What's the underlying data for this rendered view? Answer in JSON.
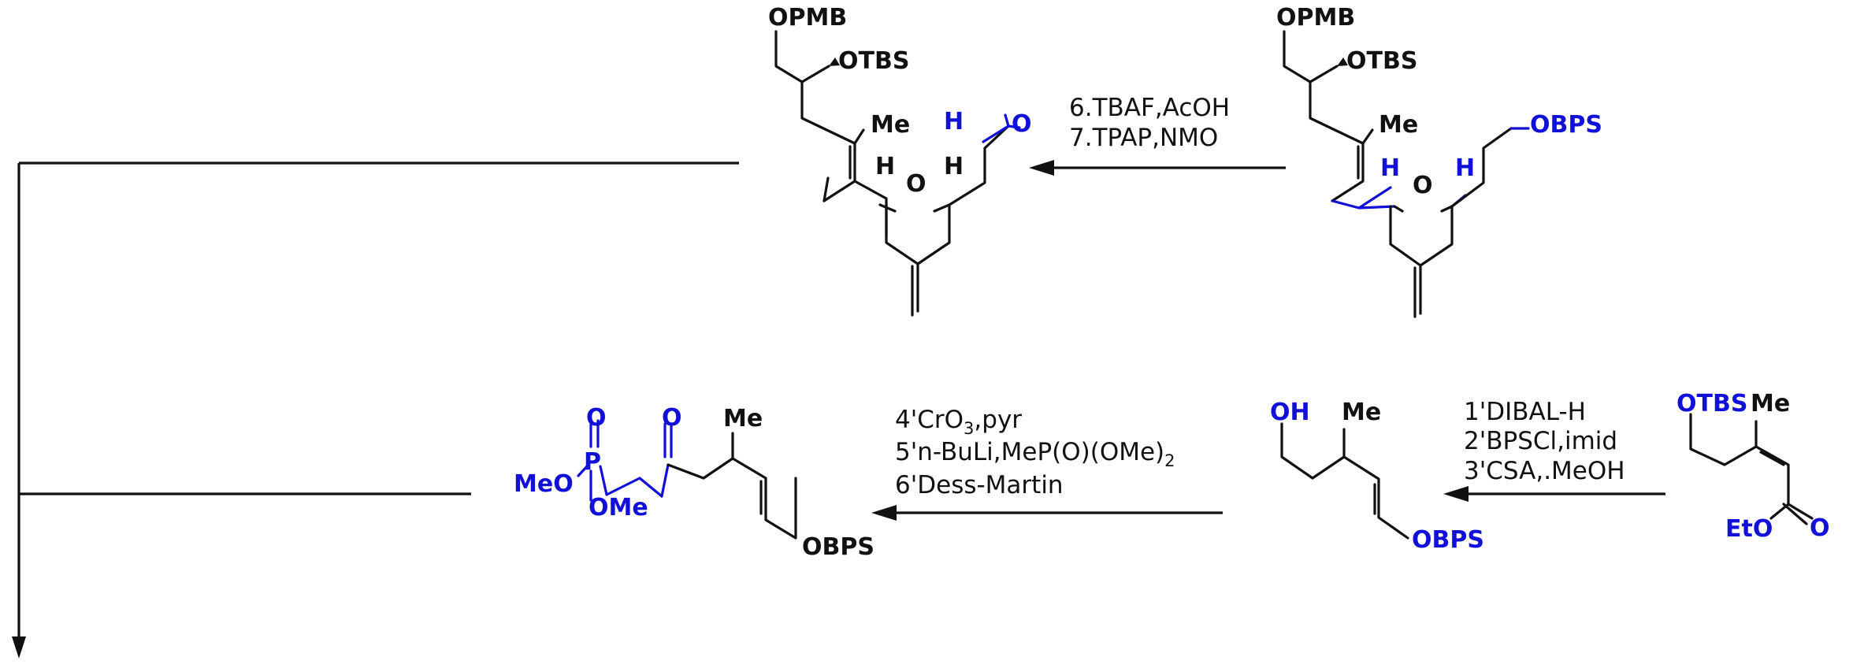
{
  "colors": {
    "ink": "#111111",
    "highlight": "#1010d8"
  },
  "aldehyde": {
    "opmb": "OPMB",
    "otbs": "OTBS",
    "me": "Me",
    "h_left": "H",
    "ring_o": "O",
    "h_right": "H",
    "cho_h": "H",
    "cho_o": "O"
  },
  "silyl_pyran": {
    "opmb": "OPMB",
    "otbs": "OTBS",
    "me": "Me",
    "h_left": "H",
    "ring_o": "O",
    "h_right": "H",
    "obps": "OBPS"
  },
  "step_top": {
    "line1": "6.TBAF,AcOH",
    "line2": "7.TPAP,NMO"
  },
  "phosphonate": {
    "p_o": "O",
    "ket_o": "O",
    "me": "Me",
    "p": "P",
    "meo": "MeO",
    "ome": "OMe",
    "obps": "OBPS"
  },
  "allylic_alcohol": {
    "oh": "OH",
    "me": "Me",
    "obps": "OBPS"
  },
  "ester": {
    "otbs": "OTBS",
    "me": "Me",
    "eto": "EtO",
    "o": "O"
  },
  "step_mid_left": {
    "l1a": "4'CrO",
    "l1sub": "3",
    "l1b": ",pyr",
    "l2a": "5'n-BuLi,MeP(O)(OMe)",
    "l2sub": "2",
    "l3": "6'Dess-Martin"
  },
  "step_mid_right": {
    "l1": "1'DIBAL-H",
    "l2": "2'BPSCl,imid",
    "l3": "3'CSA,.MeOH"
  }
}
